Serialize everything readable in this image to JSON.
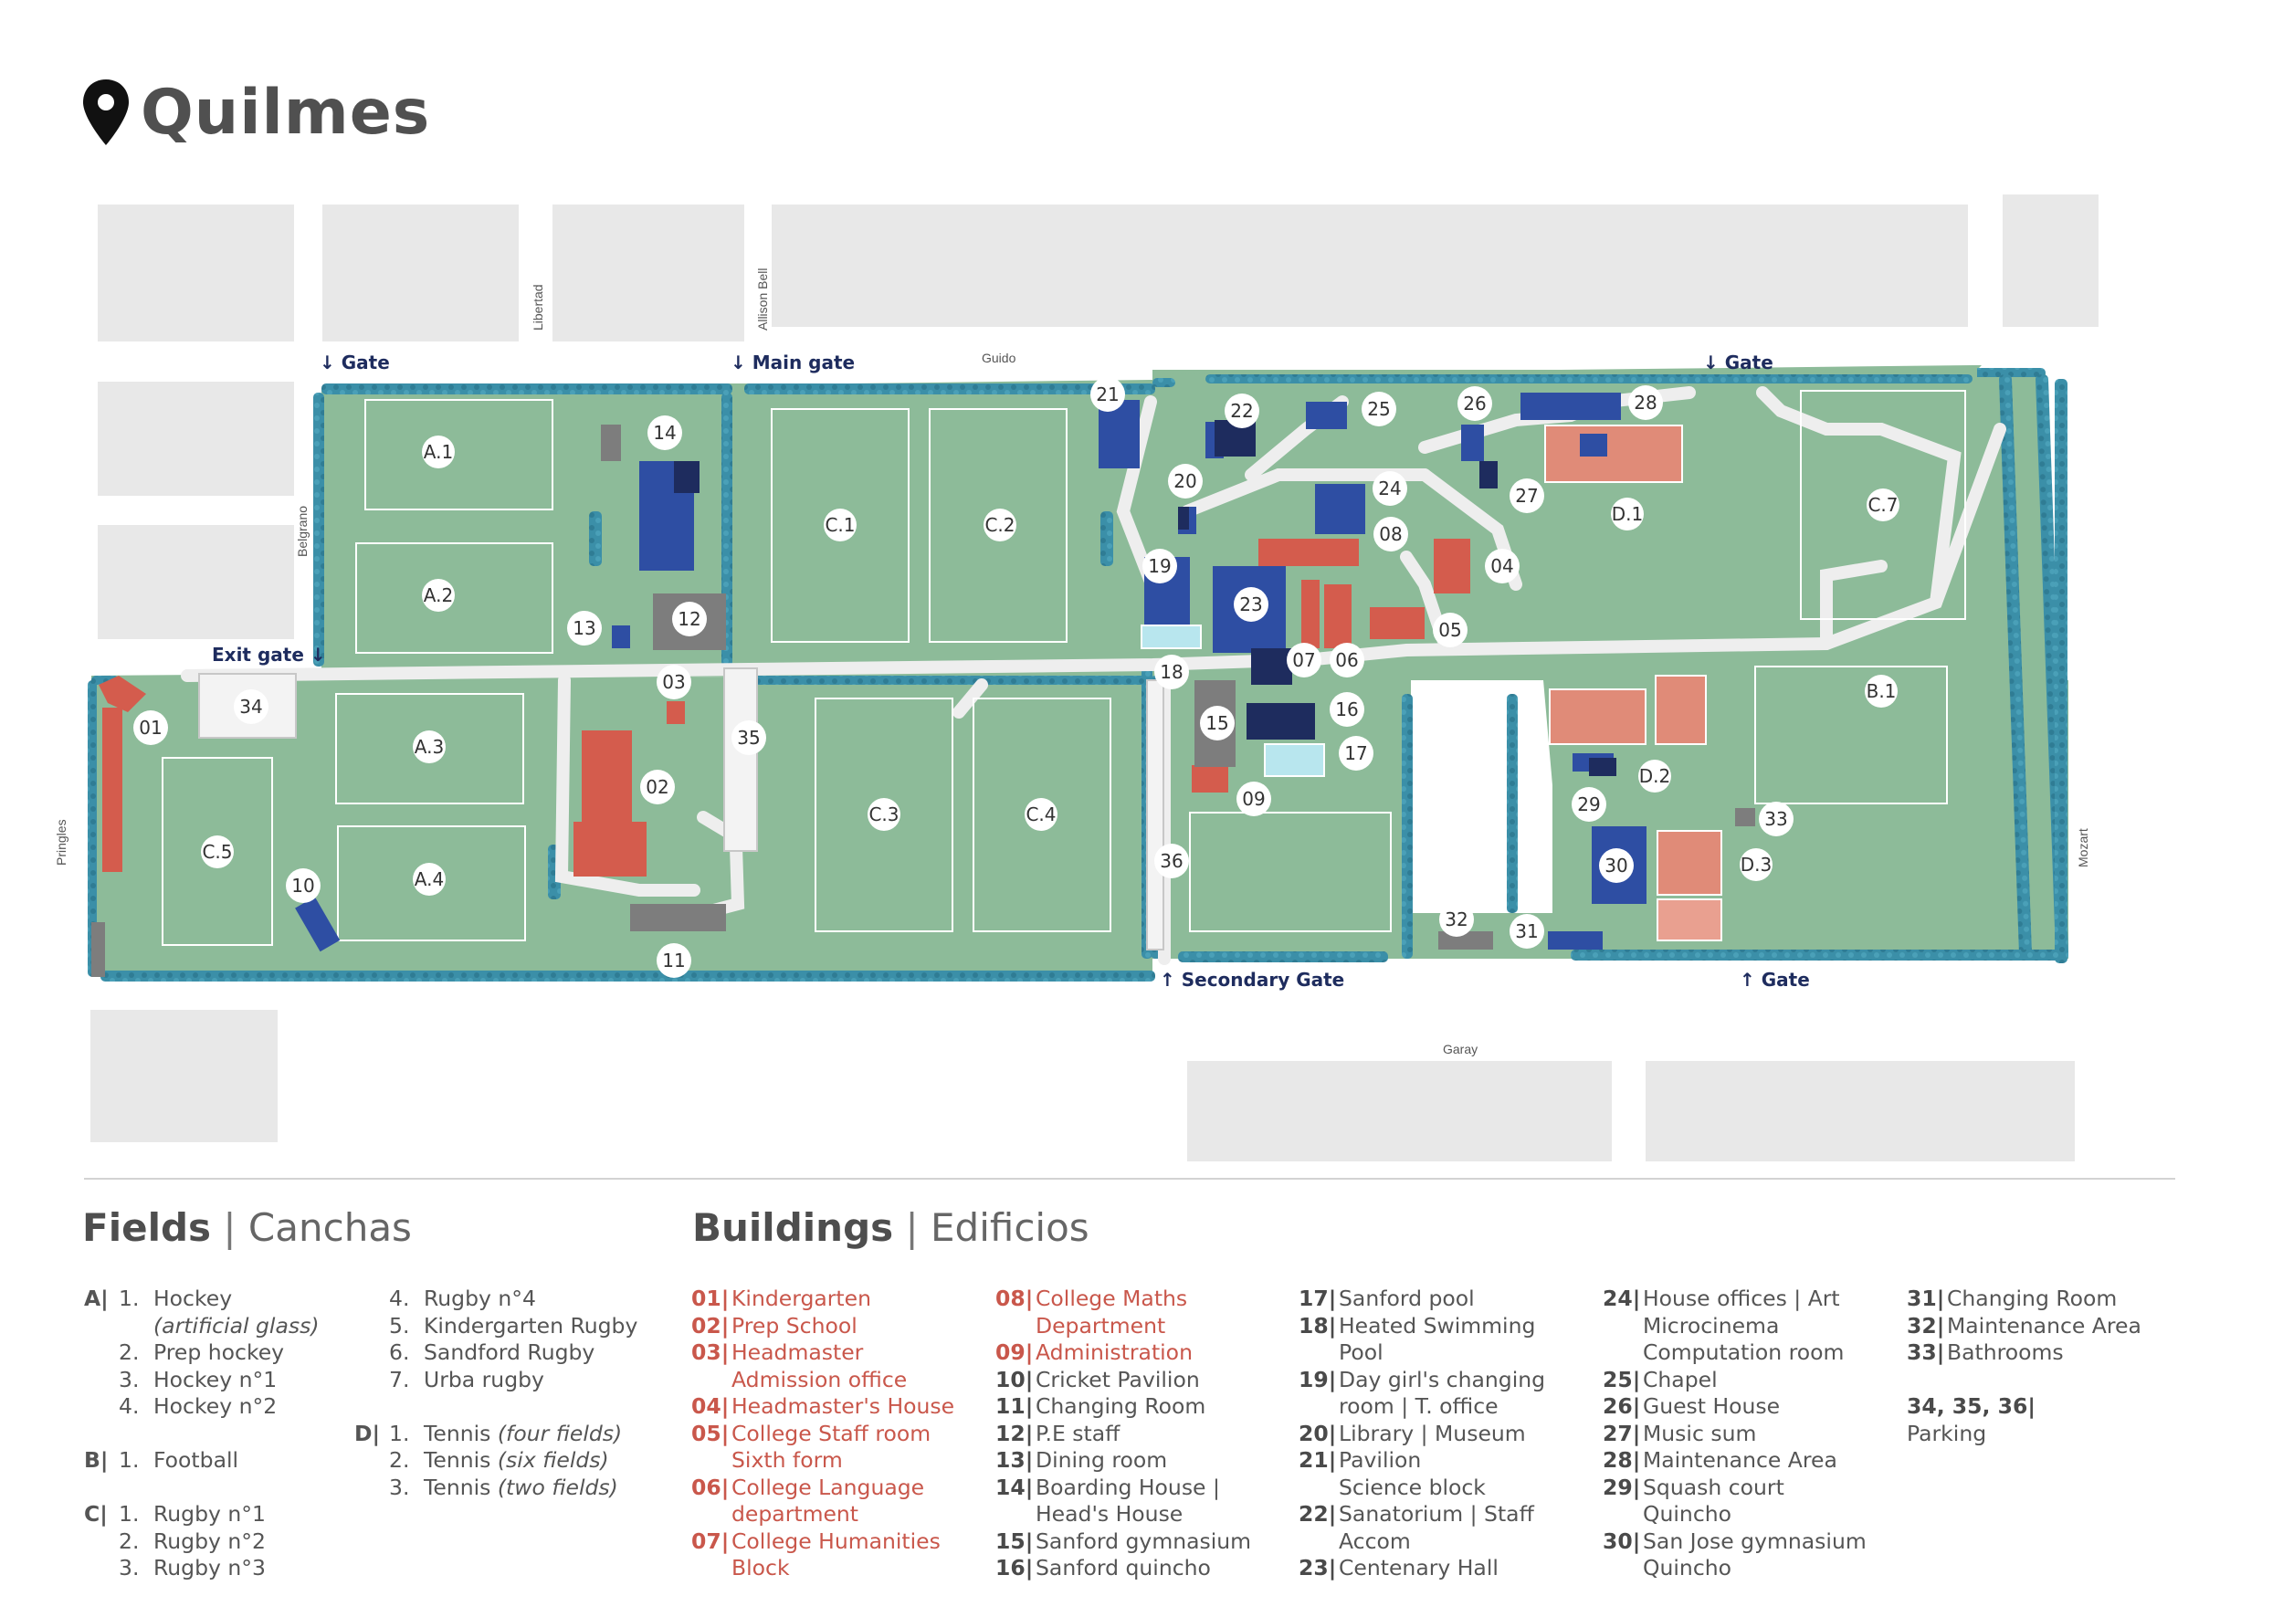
{
  "title": "Quilmes",
  "colors": {
    "grass": "#8dbb99",
    "hedge": "#3b8fa8",
    "red": "#d45c4d",
    "blue": "#2e4ea3",
    "navy": "#1e2c5e",
    "road": "#eeeeee",
    "block": "#e8e8e8"
  },
  "map": {
    "streets": {
      "guido": "Guido",
      "garay": "Garay",
      "pringles": "Pringles",
      "mozart": "Mozart",
      "libertad": "Libertad",
      "allison": "Allison Bell",
      "belgrano": "Belgrano"
    },
    "gates": {
      "g1": "↓ Gate",
      "main": "↓ Main gate",
      "g2": "↓ Gate",
      "exit": "Exit gate ↓",
      "secondary": "↑ Secondary Gate",
      "g3": "↑ Gate"
    },
    "fields": {
      "a1": "A.1",
      "a2": "A.2",
      "a3": "A.3",
      "a4": "A.4",
      "b1": "B.1",
      "c1": "C.1",
      "c2": "C.2",
      "c3": "C.3",
      "c4": "C.4",
      "c5": "C.5",
      "c7": "C.7",
      "d1": "D.1",
      "d2": "D.2",
      "d3": "D.3"
    },
    "markers": {
      "m01": "01",
      "m02": "02",
      "m03": "03",
      "m04": "04",
      "m05": "05",
      "m06": "06",
      "m07": "07",
      "m08": "08",
      "m09": "09",
      "m10": "10",
      "m11": "11",
      "m12": "12",
      "m13": "13",
      "m14": "14",
      "m15": "15",
      "m16": "16",
      "m17": "17",
      "m18": "18",
      "m19": "19",
      "m20": "20",
      "m21": "21",
      "m22": "22",
      "m23": "23",
      "m24": "24",
      "m25": "25",
      "m26": "26",
      "m27": "27",
      "m28": "28",
      "m29": "29",
      "m30": "30",
      "m31": "31",
      "m32": "32",
      "m33": "33",
      "m34": "34",
      "m35": "35",
      "m36": "36"
    }
  },
  "legend": {
    "fields_title": "Fields",
    "fields_sep": "|",
    "fields_es": "Canchas",
    "buildings_title": "Buildings",
    "buildings_sep": "|",
    "buildings_es": "Edificios",
    "fields": {
      "A_grp": "A|",
      "A1_n": "1.",
      "A1": "Hockey",
      "A1b": "(artificial glass)",
      "A2_n": "2.",
      "A2": "Prep hockey",
      "A3_n": "3.",
      "A3": "Hockey n°1",
      "A4_n": "4.",
      "A4": "Hockey n°2",
      "B_grp": "B|",
      "B1_n": "1.",
      "B1": "Football",
      "C_grp": "C|",
      "C1_n": "1.",
      "C1": "Rugby n°1",
      "C2_n": "2.",
      "C2": "Rugby n°2",
      "C3_n": "3.",
      "C3": "Rugby n°3",
      "C4_n": "4.",
      "C4": "Rugby n°4",
      "C5_n": "5.",
      "C5": "Kindergarten Rugby",
      "C6_n": "6.",
      "C6": "Sandford Rugby",
      "C7_n": "7.",
      "C7": "Urba rugby",
      "D_grp": "D|",
      "D1_n": "1.",
      "D1": "Tennis",
      "D1i": "(four fields)",
      "D2_n": "2.",
      "D2": "Tennis",
      "D2i": "(six fields)",
      "D3_n": "3.",
      "D3": "Tennis",
      "D3i": "(two fields)"
    },
    "b1": [
      {
        "n": "01|",
        "t": [
          "Kindergarten"
        ]
      },
      {
        "n": "02|",
        "t": [
          "Prep School"
        ]
      },
      {
        "n": "03|",
        "t": [
          "Headmaster",
          "Admission office"
        ]
      },
      {
        "n": "04|",
        "t": [
          "Headmaster's House"
        ]
      },
      {
        "n": "05|",
        "t": [
          "College Staff room",
          "Sixth form"
        ]
      },
      {
        "n": "06|",
        "t": [
          "College Language",
          "department"
        ]
      },
      {
        "n": "07|",
        "t": [
          "College Humanities",
          "Block"
        ]
      }
    ],
    "b2": [
      {
        "n": "08|",
        "t": [
          "College Maths",
          "Department"
        ],
        "red": true
      },
      {
        "n": "09|",
        "t": [
          "Administration"
        ],
        "red": true
      },
      {
        "n": "10|",
        "t": [
          "Cricket Pavilion"
        ]
      },
      {
        "n": "11|",
        "t": [
          "Changing Room"
        ]
      },
      {
        "n": "12|",
        "t": [
          "P.E staff"
        ]
      },
      {
        "n": "13|",
        "t": [
          "Dining room"
        ]
      },
      {
        "n": "14|",
        "t": [
          "Boarding House |",
          "Head's House"
        ]
      },
      {
        "n": "15|",
        "t": [
          "Sanford gymnasium"
        ]
      },
      {
        "n": "16|",
        "t": [
          "Sanford quincho"
        ]
      }
    ],
    "b3": [
      {
        "n": "17|",
        "t": [
          "Sanford pool"
        ]
      },
      {
        "n": "18|",
        "t": [
          "Heated Swimming",
          "Pool"
        ]
      },
      {
        "n": "19|",
        "t": [
          "Day girl's changing",
          "room | T. office"
        ]
      },
      {
        "n": "20|",
        "t": [
          "Library | Museum"
        ]
      },
      {
        "n": "21|",
        "t": [
          "Pavilion",
          "Science block"
        ]
      },
      {
        "n": "22|",
        "t": [
          "Sanatorium | Staff",
          "Accom"
        ]
      },
      {
        "n": "23|",
        "t": [
          "Centenary Hall"
        ]
      }
    ],
    "b4": [
      {
        "n": "24|",
        "t": [
          "House offices | Art",
          "Microcinema",
          "Computation room"
        ]
      },
      {
        "n": "25|",
        "t": [
          "Chapel"
        ]
      },
      {
        "n": "26|",
        "t": [
          "Guest House"
        ]
      },
      {
        "n": "27|",
        "t": [
          "Music sum"
        ]
      },
      {
        "n": "28|",
        "t": [
          "Maintenance Area"
        ]
      },
      {
        "n": "29|",
        "t": [
          "Squash court",
          "Quincho"
        ]
      },
      {
        "n": "30|",
        "t": [
          "San Jose gymnasium",
          "Quincho"
        ]
      }
    ],
    "b5": [
      {
        "n": "31|",
        "t": [
          "Changing Room"
        ]
      },
      {
        "n": "32|",
        "t": [
          "Maintenance Area"
        ]
      },
      {
        "n": "33|",
        "t": [
          "Bathrooms"
        ]
      }
    ],
    "parking_n": "34, 35, 36|",
    "parking_t": "Parking"
  }
}
